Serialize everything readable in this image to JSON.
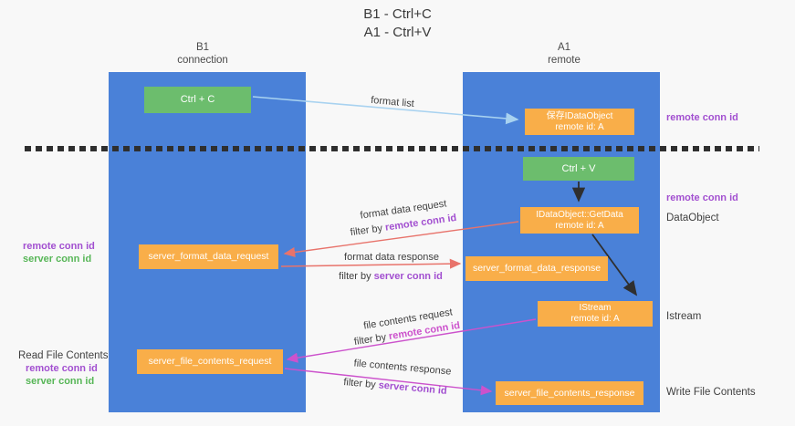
{
  "title": {
    "line1": "B1 - Ctrl+C",
    "line2": "A1 - Ctrl+V"
  },
  "columns": {
    "left": {
      "name": "B1",
      "role": "connection"
    },
    "right": {
      "name": "A1",
      "role": "remote"
    }
  },
  "boxes": {
    "ctrl_c": "Ctrl + C",
    "ctrl_v": "Ctrl + V",
    "save_dataobject": {
      "line1": "保存IDataObject",
      "line2": "remote id: A"
    },
    "getdata": {
      "line1": "IDataObject::GetData",
      "line2": "remote id: A"
    },
    "istream": {
      "line1": "IStream",
      "line2": "remote id: A"
    },
    "format_request": "server_format_data_request",
    "format_response": "server_format_data_response",
    "file_request": "server_file_contents_request",
    "file_response": "server_file_contents_response"
  },
  "side_labels": {
    "right_remote_conn_1": "remote conn id",
    "right_remote_conn_2": "remote conn id",
    "dataobject": "DataObject",
    "istream": "Istream",
    "write_file": "Write File Contents",
    "left_remote_conn_1": "remote conn id",
    "left_server_conn_1": "server conn id",
    "read_file": "Read File Contents",
    "left_remote_conn_2": "remote conn id",
    "left_server_conn_2": "server conn id"
  },
  "flow_labels": {
    "format_list": "format list",
    "format_request": "format data request",
    "format_request_filter": {
      "prefix": "filter by ",
      "id": "remote conn id"
    },
    "format_response": "format data response",
    "format_response_filter": {
      "prefix": "filter by ",
      "id": "server conn id"
    },
    "file_request": "file contents request",
    "file_request_filter": {
      "prefix": "filter by ",
      "id": "remote conn id"
    },
    "file_response": "file contents response",
    "file_response_filter": {
      "prefix": "filter by ",
      "id": "server conn id"
    }
  },
  "colors": {
    "lane_blue": "#4a81d8",
    "box_green": "#6cbd6d",
    "box_orange": "#f9ae49",
    "arrow_blue": "#a8d2f0",
    "arrow_red": "#e8736b",
    "arrow_magenta": "#cc52cc",
    "arrow_black": "#2f2f2f",
    "label_purple": "#a24fd0",
    "label_green": "#57b657"
  }
}
